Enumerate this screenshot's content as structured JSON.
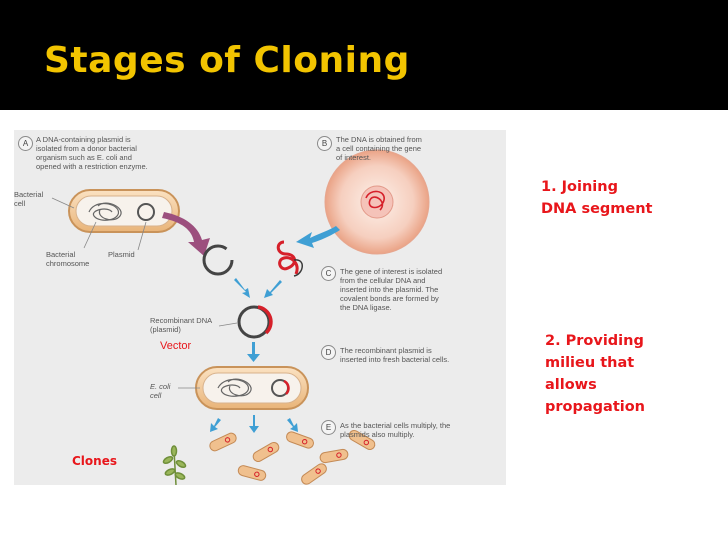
{
  "slide": {
    "title": "Stages of Cloning",
    "note_joining": [
      "1. Joining",
      "DNA segment"
    ],
    "note_providing": [
      "2. Providing",
      "milieu  that",
      "allows",
      "propagation"
    ],
    "vector_label": "Vector",
    "clones_label": "Clones"
  },
  "figure": {
    "step_a": {
      "letter": "A",
      "text": [
        "A DNA-containing plasmid is",
        "isolated from a donor bacterial",
        "organism such as E. coli and",
        "opened with a restriction enzyme."
      ]
    },
    "step_b": {
      "letter": "B",
      "text": [
        "The DNA is obtained from",
        "a cell containing the gene",
        "of interest."
      ]
    },
    "step_c": {
      "letter": "C",
      "text": [
        "The gene of interest is isolated",
        "from the cellular DNA and",
        "inserted into the plasmid. The",
        "covalent bonds are formed by",
        "the DNA ligase."
      ]
    },
    "step_d": {
      "letter": "D",
      "text": [
        "The recombinant plasmid is",
        "inserted into fresh bacterial cells."
      ]
    },
    "step_e": {
      "letter": "E",
      "text": [
        "As the bacterial cells multiply, the",
        "plasmids also multiply."
      ]
    },
    "label_bacterial_cell": [
      "Bacterial",
      "cell"
    ],
    "label_bacterial_chromosome": [
      "Bacterial",
      "chromosome"
    ],
    "label_plasmid": "Plasmid",
    "label_recombinant": [
      "Recombinant DNA",
      "(plasmid)"
    ],
    "label_ecoli": [
      "E. coli",
      "cell"
    ]
  },
  "colors": {
    "title": "#f2c400",
    "note_red": "#e8161b",
    "arrow_purple": "#9c4f7e",
    "arrow_blue": "#3f9fd4",
    "cell_fill": "#f2c99a",
    "dna_red": "#d6202a"
  }
}
